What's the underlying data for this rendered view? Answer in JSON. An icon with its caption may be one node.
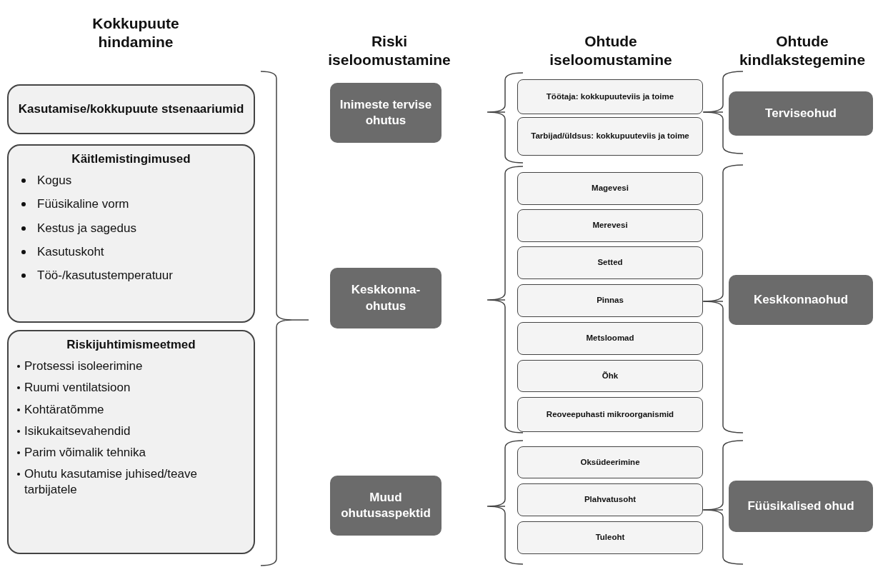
{
  "diagram": {
    "nodes": [
      {
        "text": [
          "Kasutamise/kokkupuute stsenaariumid"
        ]
      },
      {
        "text": [
          "Käitlemistingimused",
          "Kogus",
          "Füüsikaline vorm",
          "Kestus ja sagedus",
          "Kasutuskoht",
          "Töö-/kasutustemperatuur"
        ]
      },
      {
        "text": [
          "Riskijuhtimismeetmed",
          "Protsessi isoleerimine",
          "Ruumi ventilatsioon",
          "Kohtäratõmme",
          "Isikukaitsevahendid",
          "Parim võimalik tehnika",
          "Ohutu kasutamise juhised/teave tarbijatele"
        ]
      },
      {
        "text": [
          "Inimeste tervise ohutus"
        ]
      },
      {
        "text": [
          "Keskkonna-ohutus"
        ]
      },
      {
        "text": [
          "Muud ohutusaspektid"
        ]
      },
      {
        "text": [
          "Töötaja: kokkupuuteviis ja toime"
        ]
      },
      {
        "text": [
          "Tarbijad/üldsus: kokkupuuteviis ja toime"
        ]
      },
      {
        "text": [
          "Magevesi"
        ]
      },
      {
        "text": [
          "Merevesi"
        ]
      },
      {
        "text": [
          "Setted"
        ]
      },
      {
        "text": [
          "Pinnas"
        ]
      },
      {
        "text": [
          "Metsloomad"
        ]
      },
      {
        "text": [
          "Õhk"
        ]
      },
      {
        "text": [
          "Reoveepuhasti mikroorganismid"
        ]
      },
      {
        "text": [
          "Oksüdeerimine"
        ]
      },
      {
        "text": [
          "Plahvatusoht"
        ]
      },
      {
        "text": [
          "Tuleoht"
        ]
      },
      {
        "text": [
          "Terviseohud"
        ]
      },
      {
        "text": [
          "Keskkonnaohud"
        ]
      },
      {
        "text": [
          "Füüsikalised ohud"
        ]
      }
    ],
    "labels": [
      "Kokkupuute hindamine",
      "Riski iseloomustamine",
      "Ohtude iseloomustamine",
      "Ohtude kindlakstegemine"
    ]
  }
}
